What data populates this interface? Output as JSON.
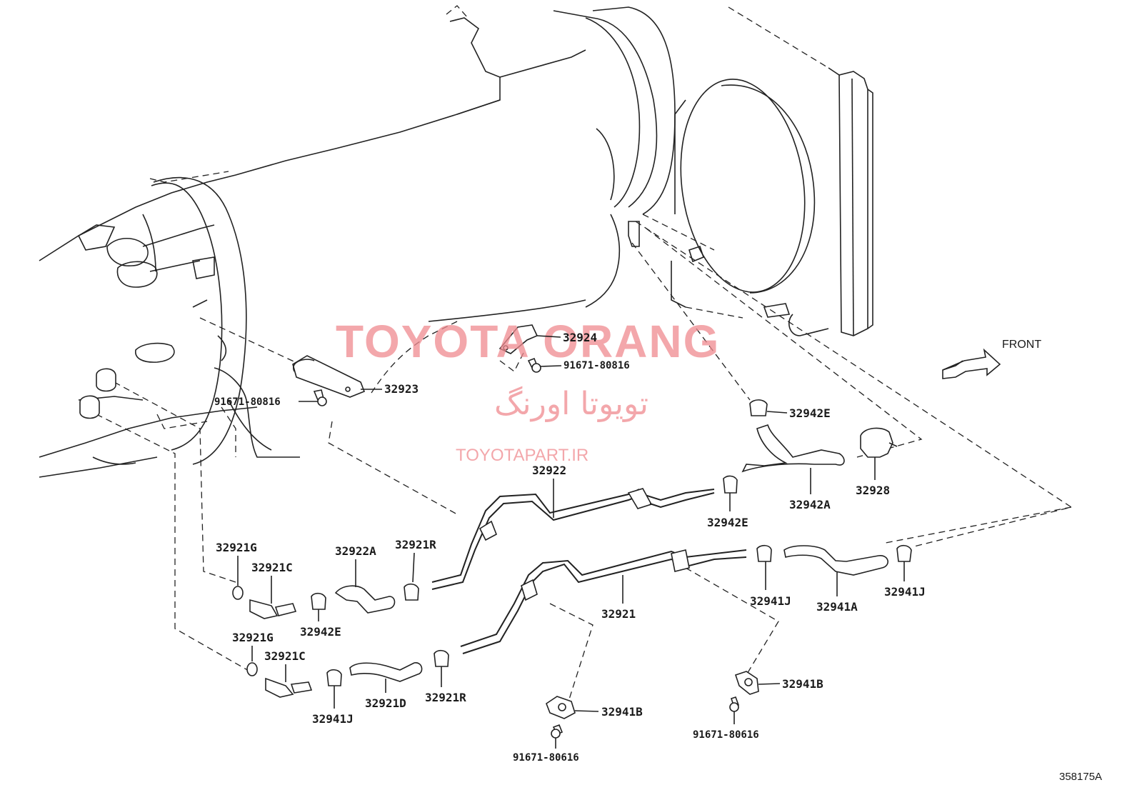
{
  "diagram_id": "358175A",
  "front_label": "FRONT",
  "watermark": {
    "title": "TOYOTA ORANG",
    "title_fa": "تویوتا اورنگ",
    "url": "TOYOTAPART.IR",
    "color": "#f08a8f"
  },
  "colors": {
    "line": "#222222",
    "background": "#ffffff"
  },
  "parts": {
    "p32924": "32924",
    "bolt_top": "91671-80816",
    "p32923": "32923",
    "bolt_left": "91671-80816",
    "p32942E_top": "32942E",
    "p32928": "32928",
    "p32942A": "32942A",
    "p32922": "32922",
    "p32942E_mid": "32942E",
    "p32921G_top": "32921G",
    "p32921C_top": "32921C",
    "p32922A": "32922A",
    "p32921R_top": "32921R",
    "p32942E_low": "32942E",
    "p32921": "32921",
    "p32941J_mid": "32941J",
    "p32941A": "32941A",
    "p32941J_right": "32941J",
    "p32921G_bot": "32921G",
    "p32921C_bot": "32921C",
    "p32921D": "32921D",
    "p32921R_bot": "32921R",
    "p32941J_bot": "32941J",
    "p32941B_mid": "32941B",
    "bolt_mid": "91671-80616",
    "p32941B_right": "32941B",
    "bolt_right": "91671-80616"
  }
}
